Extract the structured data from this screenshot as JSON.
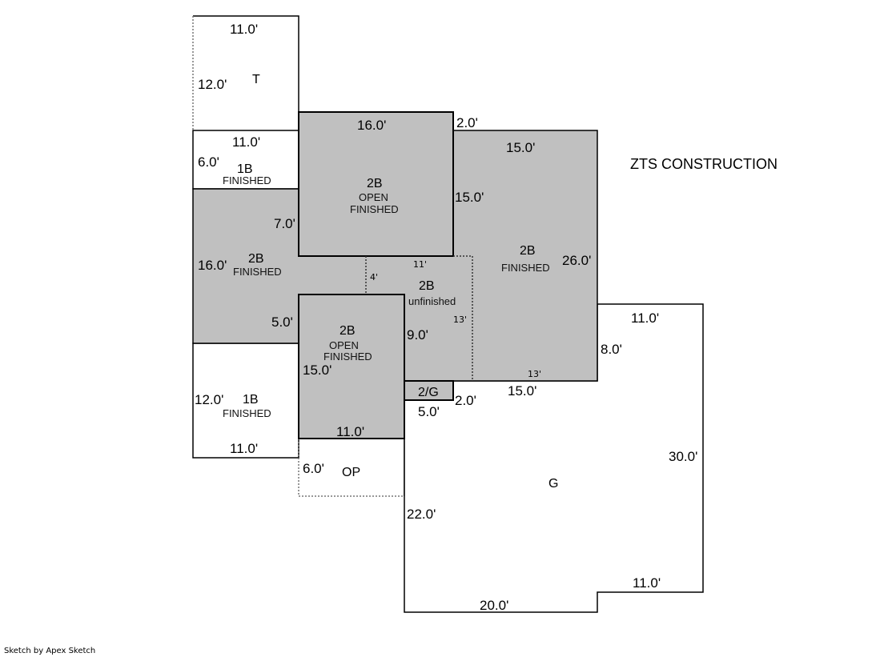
{
  "company": "ZTS CONSTRUCTION",
  "credit": "Sketch by Apex Sketch",
  "colors": {
    "finished_area": "#c0c0c0",
    "line": "#000000"
  },
  "areas": {
    "t": {
      "code": "T",
      "dims": [
        "11.0'",
        "12.0'"
      ]
    },
    "b1_top": {
      "code": "1B",
      "status": "FINISHED",
      "dims": [
        "11.0'",
        "6.0'"
      ]
    },
    "b2_left": {
      "code": "2B",
      "status": "FINISHED",
      "dims": [
        "16.0'",
        "7.0'",
        "5.0'"
      ]
    },
    "b2_open_top": {
      "code": "2B",
      "type": "OPEN",
      "status": "FINISHED",
      "dims": [
        "16.0'",
        "15.0'",
        "2.0'"
      ]
    },
    "b2_right": {
      "code": "2B",
      "status": "FINISHED",
      "dims": [
        "15.0'",
        "26.0'",
        "15.0'"
      ]
    },
    "b2_unfinished": {
      "code": "2B",
      "status": "unfinished",
      "dims": [
        "11'",
        "4'",
        "13'",
        "13'",
        "9.0'"
      ]
    },
    "b2_open_bottom": {
      "code": "2B",
      "type": "OPEN",
      "status": "FINISHED",
      "dims": [
        "15.0'",
        "11.0'"
      ]
    },
    "b1_bottom": {
      "code": "1B",
      "status": "FINISHED",
      "dims": [
        "12.0'",
        "11.0'"
      ]
    },
    "garage2": {
      "code": "2/G",
      "dims": [
        "5.0'",
        "2.0'"
      ]
    },
    "op": {
      "code": "OP",
      "dims": [
        "6.0'"
      ]
    },
    "g": {
      "code": "G",
      "dims": [
        "11.0'",
        "8.0'",
        "30.0'",
        "22.0'",
        "11.0'",
        "20.0'"
      ]
    }
  }
}
